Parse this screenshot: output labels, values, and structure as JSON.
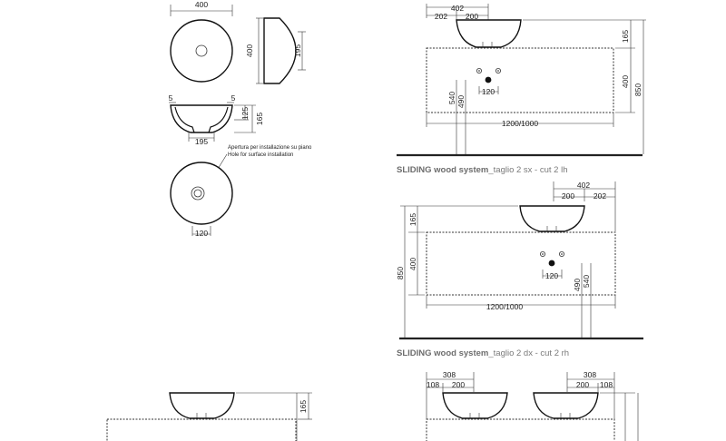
{
  "top_views": {
    "top_width": "400",
    "side_height": "400",
    "side_depth": "195",
    "section_rim_left": "5",
    "section_rim_right": "5",
    "section_inner": "125",
    "section_total": "165",
    "section_base": "195",
    "hole_note_line1": "Apertura per installazione su piano",
    "hole_note_line2": "Hole for surface installation",
    "hole_dim": "120"
  },
  "cut_left": {
    "bowl_width": "402",
    "offset_left": "202",
    "offset_right": "200",
    "bowl_height": "165",
    "unit_height": "400",
    "total_height": "850",
    "drain_540": "540",
    "drain_490": "490",
    "drain_spacing": "120",
    "unit_width": "1200/1000",
    "caption_bold": "SLIDING wood system",
    "caption_rest": "_taglio 2 sx - cut 2 lh"
  },
  "cut_right": {
    "bowl_width": "402",
    "offset_left": "200",
    "offset_right": "202",
    "bowl_height": "165",
    "unit_height": "400",
    "total_height": "850",
    "drain_490": "490",
    "drain_540": "540",
    "drain_spacing": "120",
    "unit_width": "1200/1000",
    "caption_bold": "SLIDING wood system",
    "caption_rest": "_taglio 2 dx - cut 2 rh"
  },
  "bottom_left": {
    "bowl_height": "165"
  },
  "double": {
    "left_width": "308",
    "left_offset": "108",
    "left_inner": "200",
    "right_width": "308",
    "right_inner": "200",
    "right_offset": "108"
  }
}
